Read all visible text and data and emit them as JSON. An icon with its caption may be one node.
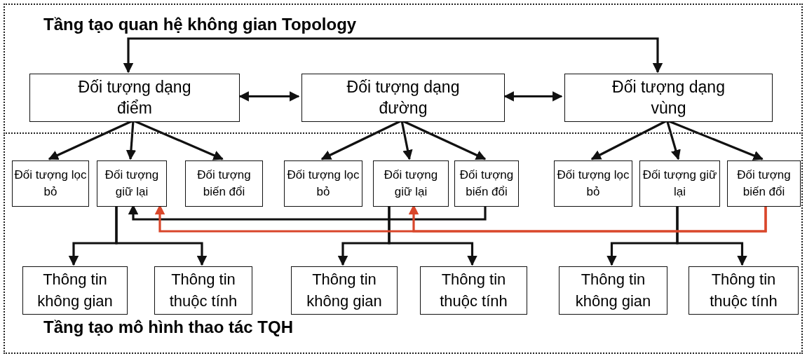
{
  "diagram": {
    "nodes": [
      {
        "text": [
          "Tầng tạo quan hệ không gian Topology"
        ]
      },
      {
        "text": [
          "Tầng tạo mô hình thao tác TQH"
        ]
      },
      {
        "text": [
          "Đối tượng dạng điểm"
        ],
        "in": 0
      },
      {
        "text": [
          "Đối tượng dạng đường"
        ],
        "in": 0
      },
      {
        "text": [
          "Đối tượng dạng vùng"
        ],
        "in": 0
      },
      {
        "text": [
          "Đối tượng lọc bỏ"
        ],
        "in": 1
      },
      {
        "text": [
          "Đối tượng giữ lại"
        ],
        "in": 1
      },
      {
        "text": [
          "Đối tượng biến đổi"
        ],
        "in": 1
      },
      {
        "text": [
          "Đối tượng lọc bỏ"
        ],
        "in": 1
      },
      {
        "text": [
          "Đối tượng giữ lại"
        ],
        "in": 1
      },
      {
        "text": [
          "Đối tượng biến đổi"
        ],
        "in": 1
      },
      {
        "text": [
          "Đối tượng lọc bỏ"
        ],
        "in": 1
      },
      {
        "text": [
          "Đối tượng giữ lại"
        ],
        "in": 1
      },
      {
        "text": [
          "Đối tượng biến đổi"
        ],
        "in": 1
      },
      {
        "text": [
          "Thông tin không gian"
        ],
        "in": 1
      },
      {
        "text": [
          "Thông tin thuộc tính"
        ],
        "in": 1
      },
      {
        "text": [
          "Thông tin không gian"
        ],
        "in": 1
      },
      {
        "text": [
          "Thông tin thuộc tính"
        ],
        "in": 1
      },
      {
        "text": [
          "Thông tin không gian"
        ],
        "in": 1
      },
      {
        "text": [
          "Thông tin thuộc tính"
        ],
        "in": 1
      }
    ],
    "edges": [
      {
        "from": 2,
        "to": 4,
        "arrow": "both"
      },
      {
        "from": 2,
        "to": 3,
        "arrow": "both"
      },
      {
        "from": 3,
        "to": 4,
        "arrow": "both"
      },
      {
        "from": 2,
        "to": 5,
        "arrow": "to"
      },
      {
        "from": 2,
        "to": 6,
        "arrow": "to"
      },
      {
        "from": 2,
        "to": 7,
        "arrow": "to"
      },
      {
        "from": 3,
        "to": 8,
        "arrow": "to"
      },
      {
        "from": 3,
        "to": 9,
        "arrow": "to"
      },
      {
        "from": 3,
        "to": 10,
        "arrow": "to"
      },
      {
        "from": 4,
        "to": 11,
        "arrow": "to"
      },
      {
        "from": 4,
        "to": 12,
        "arrow": "to"
      },
      {
        "from": 4,
        "to": 13,
        "arrow": "to"
      },
      {
        "from": 6,
        "to": 14,
        "arrow": "to"
      },
      {
        "from": 6,
        "to": 15,
        "arrow": "to"
      },
      {
        "from": 9,
        "to": 16,
        "arrow": "to"
      },
      {
        "from": 9,
        "to": 17,
        "arrow": "to"
      },
      {
        "from": 12,
        "to": 18,
        "arrow": "to"
      },
      {
        "from": 12,
        "to": 19,
        "arrow": "to"
      },
      {
        "from": 10,
        "to": 6,
        "arrow": "to"
      },
      {
        "from": 13,
        "to": 6,
        "arrow": "to",
        "color": "#d9472b"
      },
      {
        "from": 13,
        "to": 9,
        "arrow": "to",
        "color": "#d9472b"
      }
    ]
  }
}
